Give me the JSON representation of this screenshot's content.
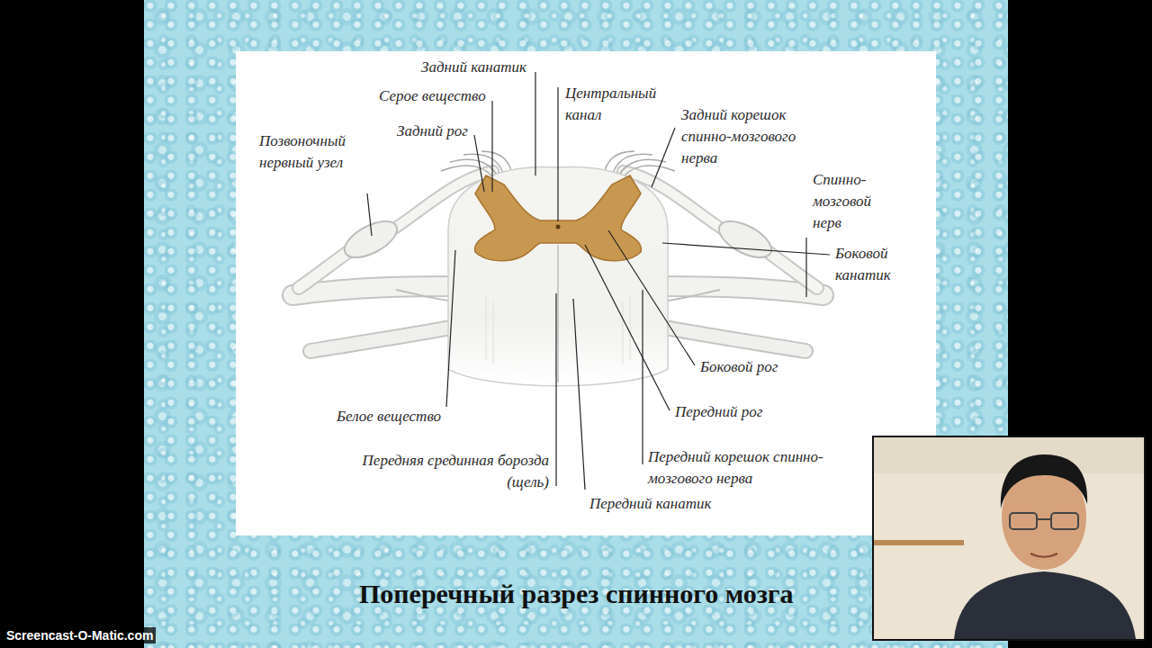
{
  "diagram": {
    "title": "Поперечный разрез спинного мозга",
    "labels": [
      "Задний канатик",
      "Серое вещество",
      "Задний рог",
      "Центральный канал",
      "Задний корешок спинно-мозгового нерва",
      "Позвоночный нервный узел",
      "Спинно- мозговой нерв",
      "Боковой канатик",
      "Боковой рог",
      "Передний рог",
      "Белое вещество",
      "Передняя срединная борозда (щель)",
      "Передний корешок спинно- мозгового нерва",
      "Передний канатик",
      "Screencast-O-Matic.com"
    ]
  }
}
